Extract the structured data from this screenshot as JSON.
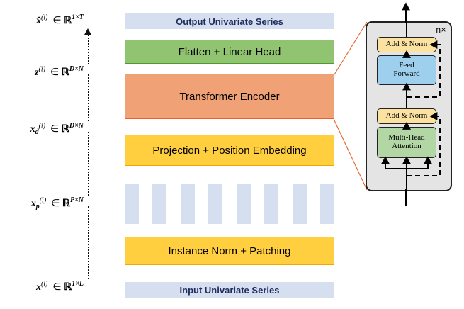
{
  "figure": {
    "title": "PatchTST model architecture diagram",
    "colors": {
      "series_fill": "#d6dff0",
      "series_text": "#1f2d5c",
      "green_fill": "#90c471",
      "green_border": "#4e9a2a",
      "orange_fill": "#f0a175",
      "orange_border": "#e8622a",
      "yellow_fill": "#ffcf40",
      "yellow_border": "#f0a800",
      "panel_fill": "#e4e4e4",
      "panel_border": "#222222",
      "addnorm_fill": "#fbe2a0",
      "feedforward_fill": "#9ed0ee",
      "attention_fill": "#b3d7a4",
      "connector": "#e8622a"
    }
  },
  "axis_labels": [
    {
      "id": "output-tensor",
      "var": "x",
      "hat": true,
      "subscript": "",
      "superscript": "(i)",
      "member": "∈",
      "space": "ℝ",
      "dims": "1×T",
      "text": "x̂⁽ⁱ⁾ ∈ ℝ^{1×T}"
    },
    {
      "id": "z-tensor",
      "var": "z",
      "hat": false,
      "subscript": "",
      "superscript": "(i)",
      "member": "∈",
      "space": "ℝ",
      "dims": "D×N",
      "text": "z⁽ⁱ⁾ ∈ ℝ^{D×N}"
    },
    {
      "id": "xd-tensor",
      "var": "x",
      "hat": false,
      "subscript": "d",
      "superscript": "(i)",
      "member": "∈",
      "space": "ℝ",
      "dims": "D×N",
      "text": "x_d⁽ⁱ⁾ ∈ ℝ^{D×N}"
    },
    {
      "id": "xp-tensor",
      "var": "x",
      "hat": false,
      "subscript": "p",
      "superscript": "(i)",
      "member": "∈",
      "space": "ℝ",
      "dims": "P×N",
      "text": "x_p⁽ⁱ⁾ ∈ ℝ^{P×N}"
    },
    {
      "id": "input-tensor",
      "var": "x",
      "hat": false,
      "subscript": "",
      "superscript": "(i)",
      "member": "∈",
      "space": "ℝ",
      "dims": "1×L",
      "text": "x⁽ⁱ⁾ ∈ ℝ^{1×L}"
    }
  ],
  "pipeline": [
    {
      "id": "output-univariate-series",
      "label": "Output Univariate Series",
      "style": "series"
    },
    {
      "id": "flatten-linear-head",
      "label": "Flatten + Linear Head",
      "style": "green"
    },
    {
      "id": "transformer-encoder",
      "label": "Transformer Encoder",
      "style": "orange"
    },
    {
      "id": "projection-position-embedding",
      "label": "Projection + Position Embedding",
      "style": "yellow"
    },
    {
      "id": "patch-row",
      "label": "",
      "style": "patches"
    },
    {
      "id": "instance-norm-patching",
      "label": "Instance Norm + Patching",
      "style": "yellow"
    },
    {
      "id": "input-univariate-series",
      "label": "Input Univariate Series",
      "style": "series"
    }
  ],
  "patches": {
    "count": 8
  },
  "detail_panel": {
    "repeat_label": "n×",
    "blocks": [
      {
        "id": "add-norm-top",
        "label": "Add & Norm",
        "style": "addnorm"
      },
      {
        "id": "feed-forward",
        "label": "Feed\nForward",
        "line1": "Feed",
        "line2": "Forward",
        "style": "feedforward"
      },
      {
        "id": "add-norm-bottom",
        "label": "Add & Norm",
        "style": "addnorm"
      },
      {
        "id": "multi-head-attention",
        "label": "Multi-Head\nAttention",
        "line1": "Multi-Head",
        "line2": "Attention",
        "style": "attention"
      }
    ]
  }
}
